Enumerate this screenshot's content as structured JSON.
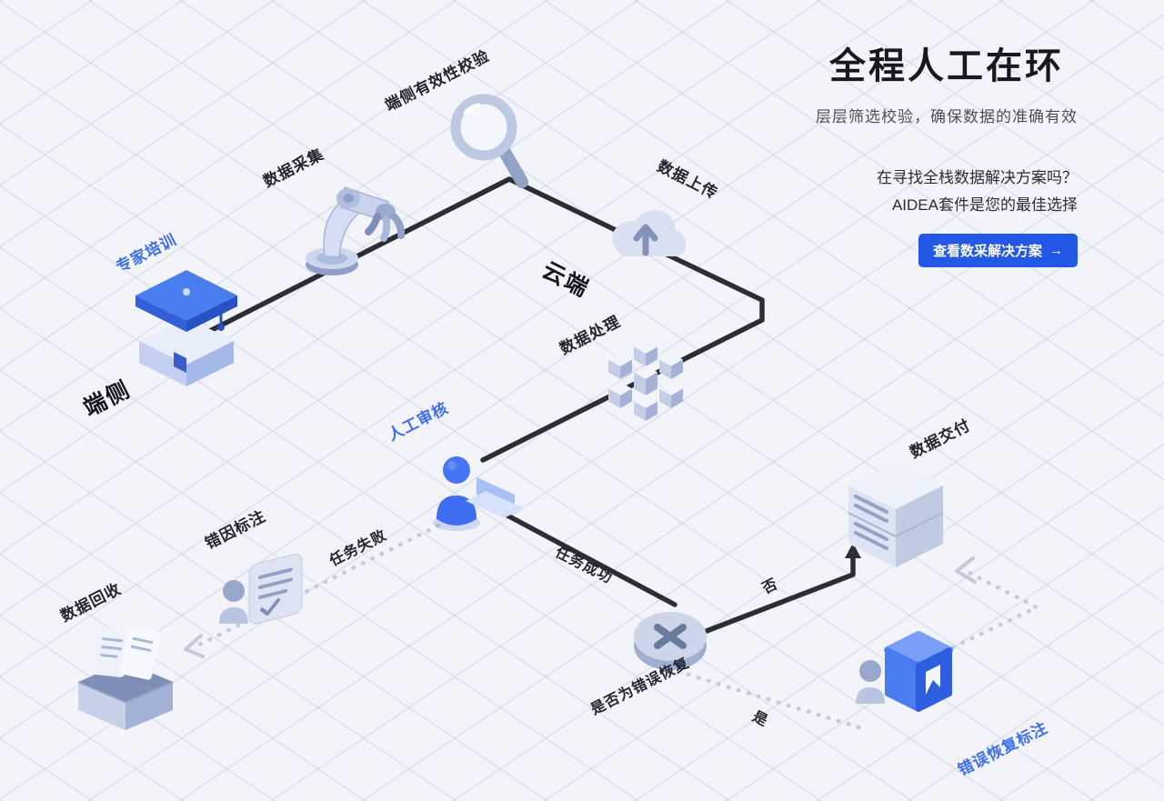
{
  "header": {
    "title": "全程人工在环",
    "subtitle": "层层筛选校验，确保数据的准确有效",
    "promo_line1": "在寻找全栈数据解决方案吗？",
    "promo_line2": "AIDEA套件是您的最佳选择",
    "cta_label": "查看数采解决方案",
    "cta_arrow": "→"
  },
  "zones": {
    "device": "端侧",
    "cloud": "云端"
  },
  "nodes": [
    {
      "id": "expert-training",
      "label": "专家培训",
      "icon": "graduation-cap-icon",
      "accent": true
    },
    {
      "id": "data-collection",
      "label": "数据采集",
      "icon": "robot-arm-icon",
      "accent": false
    },
    {
      "id": "edge-validation",
      "label": "端侧有效性校验",
      "icon": "magnifier-icon",
      "accent": false
    },
    {
      "id": "data-upload",
      "label": "数据上传",
      "icon": "cloud-upload-icon",
      "accent": false
    },
    {
      "id": "data-processing",
      "label": "数据处理",
      "icon": "data-cubes-icon",
      "accent": false
    },
    {
      "id": "manual-review",
      "label": "人工审核",
      "icon": "reviewer-icon",
      "accent": true
    },
    {
      "id": "error-cause-annotation",
      "label": "错因标注",
      "icon": "annotator-icon",
      "accent": false
    },
    {
      "id": "data-recycle",
      "label": "数据回收",
      "icon": "recycle-box-icon",
      "accent": false
    },
    {
      "id": "recovery-decision",
      "label": "是否为错误恢复",
      "icon": "decision-x-icon",
      "accent": false
    },
    {
      "id": "data-delivery",
      "label": "数据交付",
      "icon": "server-icon",
      "accent": false
    },
    {
      "id": "error-recovery-annotation",
      "label": "错误恢复标注",
      "icon": "bookmark-annotator-icon",
      "accent": true
    }
  ],
  "edges": {
    "task_failed": "任务失败",
    "task_success": "任务成功",
    "no": "否",
    "yes": "是"
  },
  "colors": {
    "accent_blue": "#3b6ef5",
    "button_blue": "#2257e7",
    "flow_line": "#2c2e35",
    "dotted_line": "#c2cbdd"
  }
}
